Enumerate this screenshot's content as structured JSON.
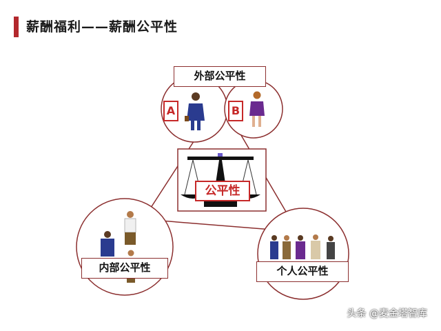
{
  "header": {
    "title": "薪酬福利——薪酬公平性"
  },
  "diagram": {
    "center_label": "公平性",
    "outer_label": "外部公平性",
    "inner_label": "内部公平性",
    "personal_label": "个人公平性",
    "box_a": "A",
    "box_b": "B"
  },
  "colors": {
    "accent": "#b3282d",
    "frame": "#8b2e2e",
    "text_red": "#c62828"
  },
  "footer": {
    "watermark": "头条 @麦金塔智库"
  }
}
